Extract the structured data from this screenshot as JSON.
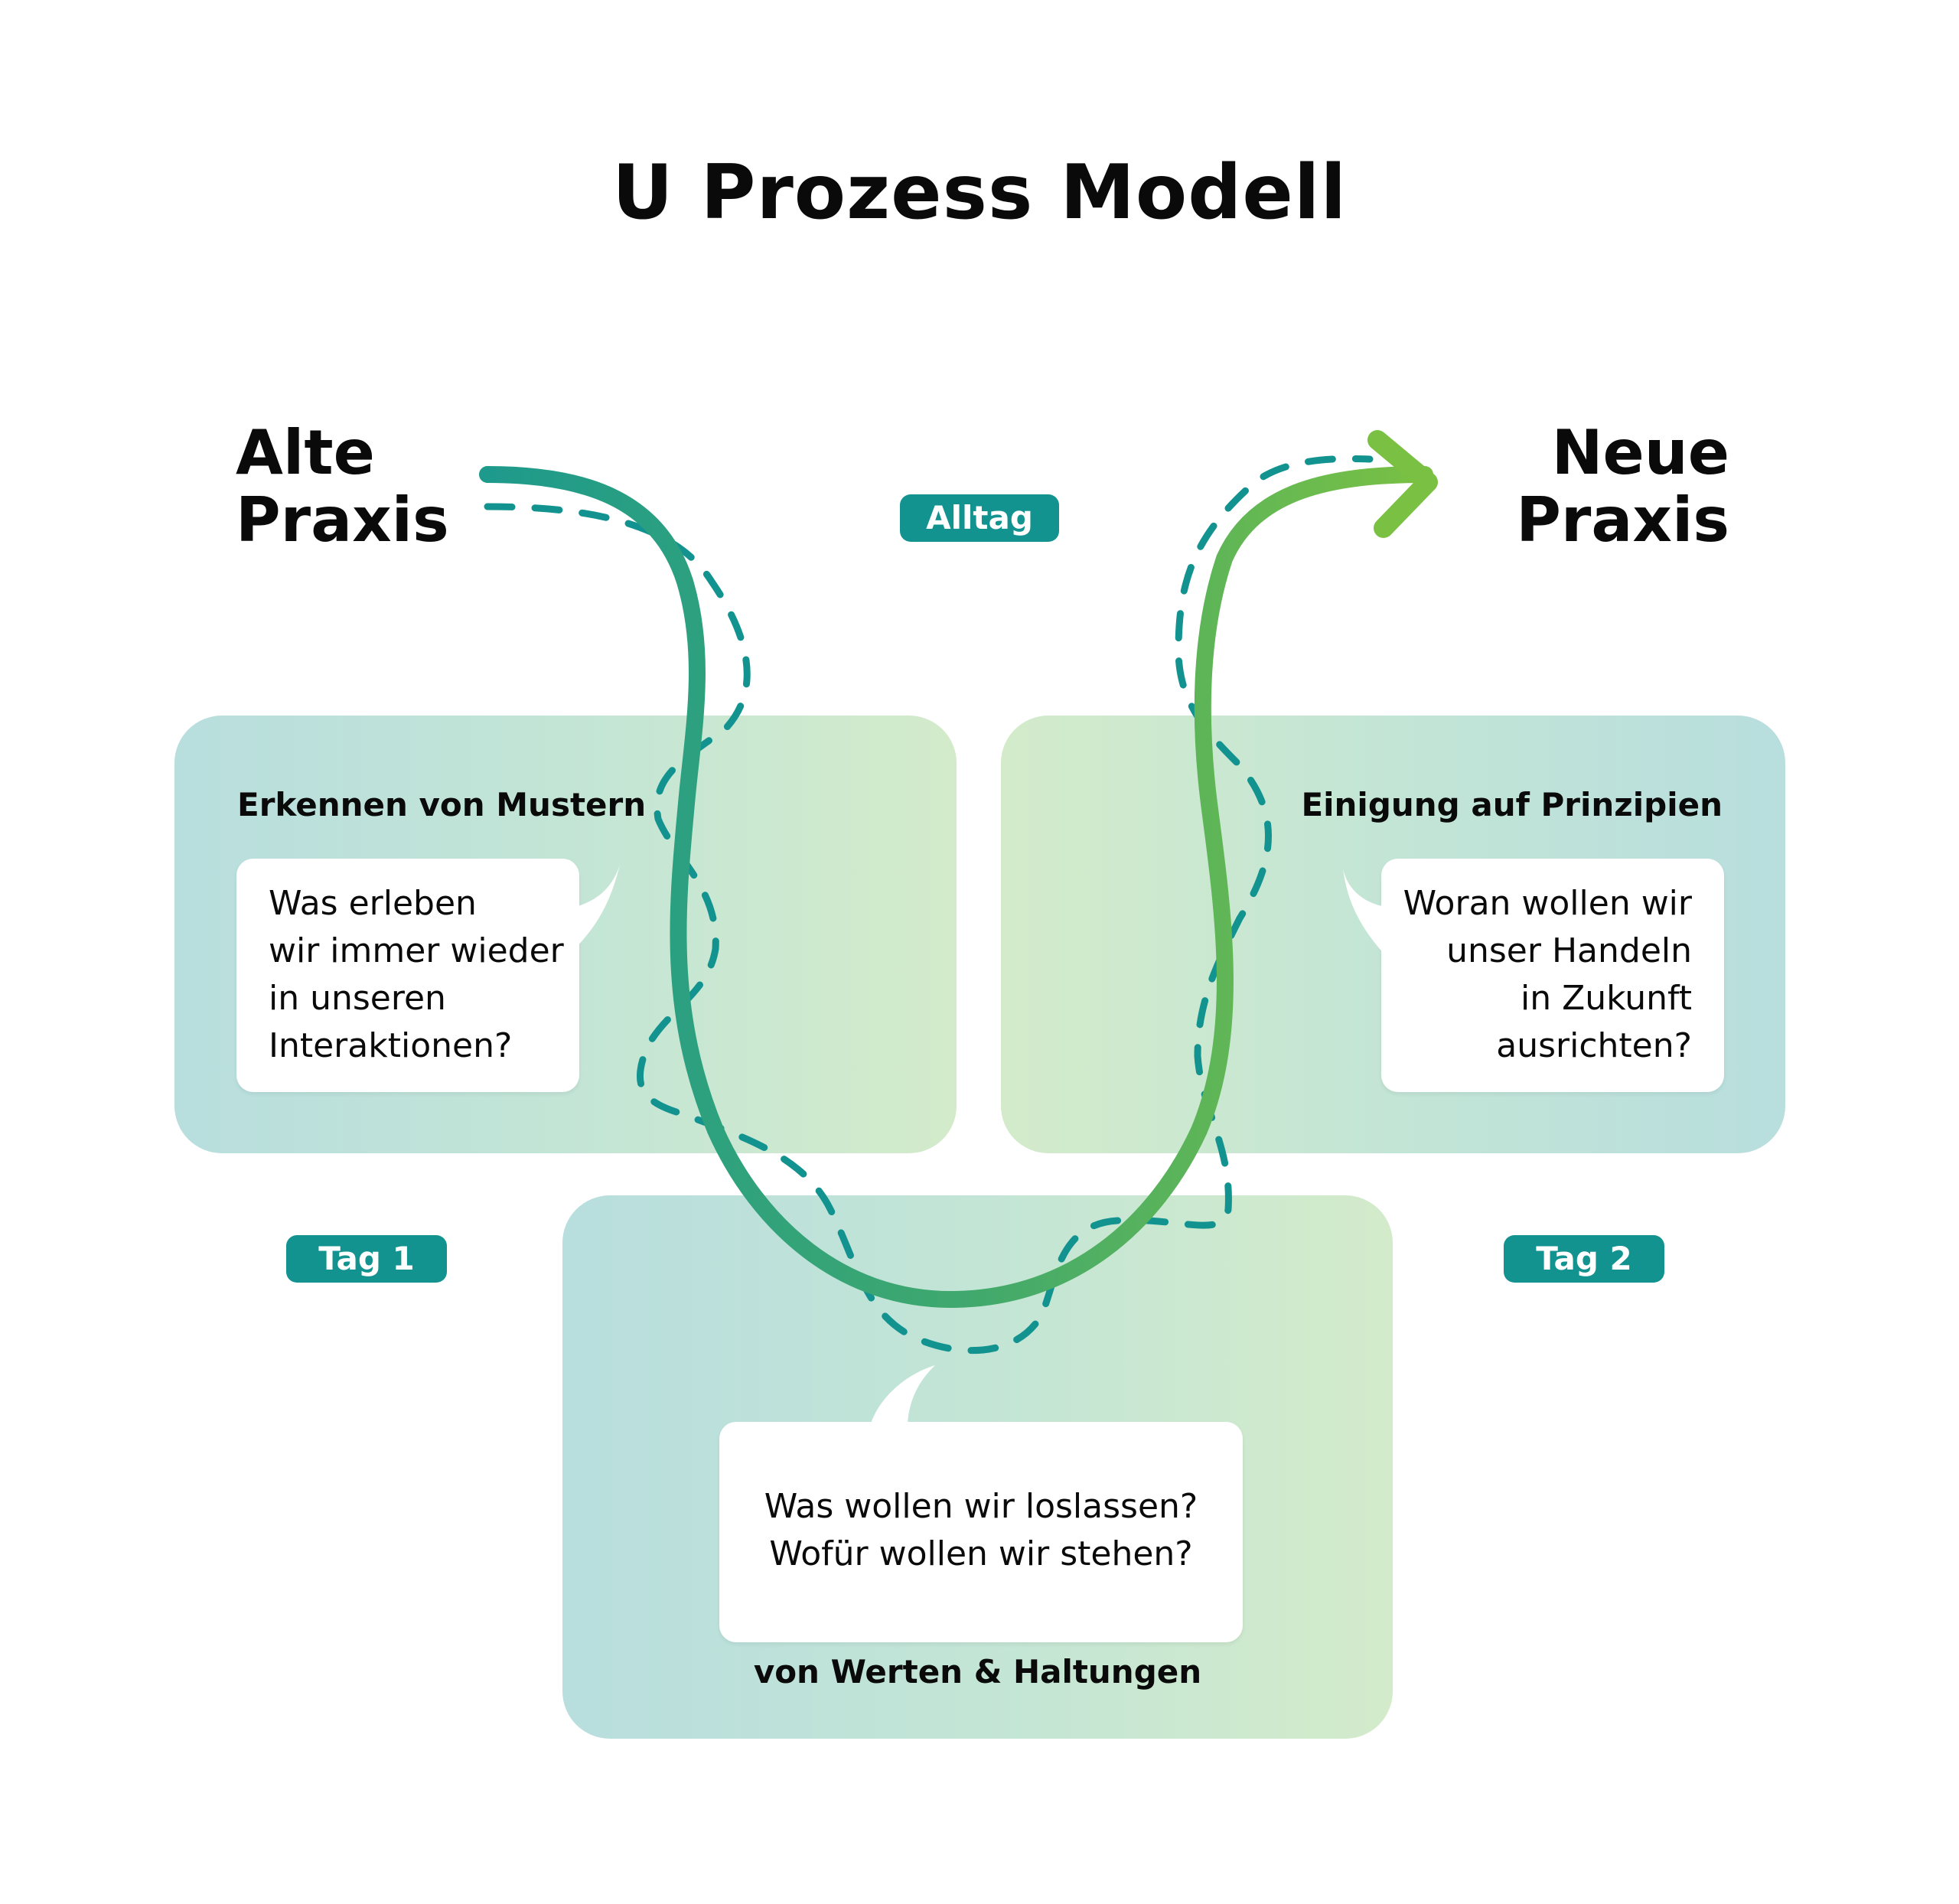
{
  "title": "U Prozess Modell",
  "start_label": {
    "line1": "Alte",
    "line2": "Praxis"
  },
  "end_label": {
    "line1": "Neue",
    "line2": "Praxis"
  },
  "tags": {
    "alltag": "Alltag",
    "tag1": "Tag 1",
    "tag2": "Tag 2"
  },
  "boxes": {
    "left": {
      "title": "Erkennen von Mustern",
      "question_lines": [
        "Was erleben",
        "wir immer wieder",
        "in unseren",
        "Interaktionen?"
      ]
    },
    "right": {
      "title": "Einigung auf Prinzipien",
      "question_lines": [
        "Woran wollen wir",
        "unser Handeln",
        "in Zukunft",
        "ausrichten?"
      ]
    },
    "bottom": {
      "title_lines": [
        "Transformation",
        "von Werten & Haltungen"
      ],
      "question_lines": [
        "Was wollen wir loslassen?",
        "Wofür wollen wir stehen?"
      ]
    }
  },
  "colors": {
    "pill": "#13938F",
    "path_start": "#1E9A8C",
    "path_end": "#7AC143",
    "dashed": "#13938F",
    "box_teal": "#B8DEDE",
    "box_green": "#D3EBCA"
  }
}
